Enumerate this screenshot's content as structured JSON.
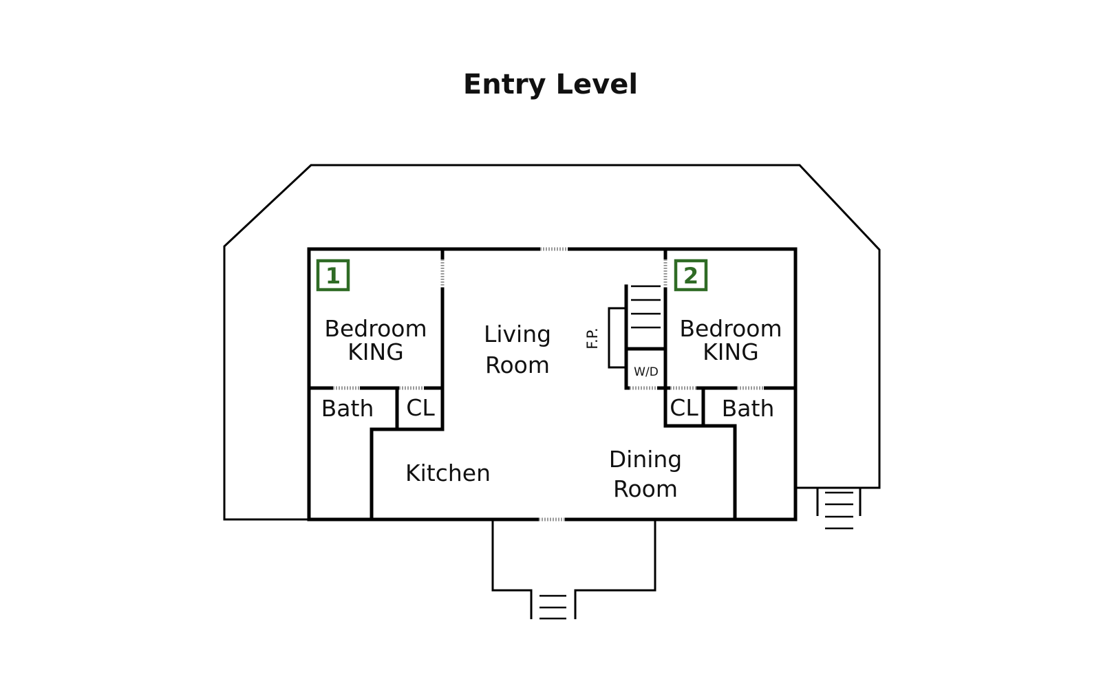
{
  "title": "Entry Level",
  "colors": {
    "badge": "#2f6b25",
    "walls": "#000000",
    "door_marks": "#9a9a9a"
  },
  "rooms": {
    "bedroom_1": {
      "badge": "1",
      "name": "Bedroom",
      "bed": "KING"
    },
    "bedroom_2": {
      "badge": "2",
      "name": "Bedroom",
      "bed": "KING"
    },
    "living": {
      "line1": "Living",
      "line2": "Room"
    },
    "bath_left": "Bath",
    "bath_right": "Bath",
    "closet_left": "CL",
    "closet_right": "CL",
    "kitchen": "Kitchen",
    "dining": {
      "line1": "Dining",
      "line2": "Room"
    },
    "fireplace": "F.P.",
    "washer_dryer": "W/D"
  }
}
